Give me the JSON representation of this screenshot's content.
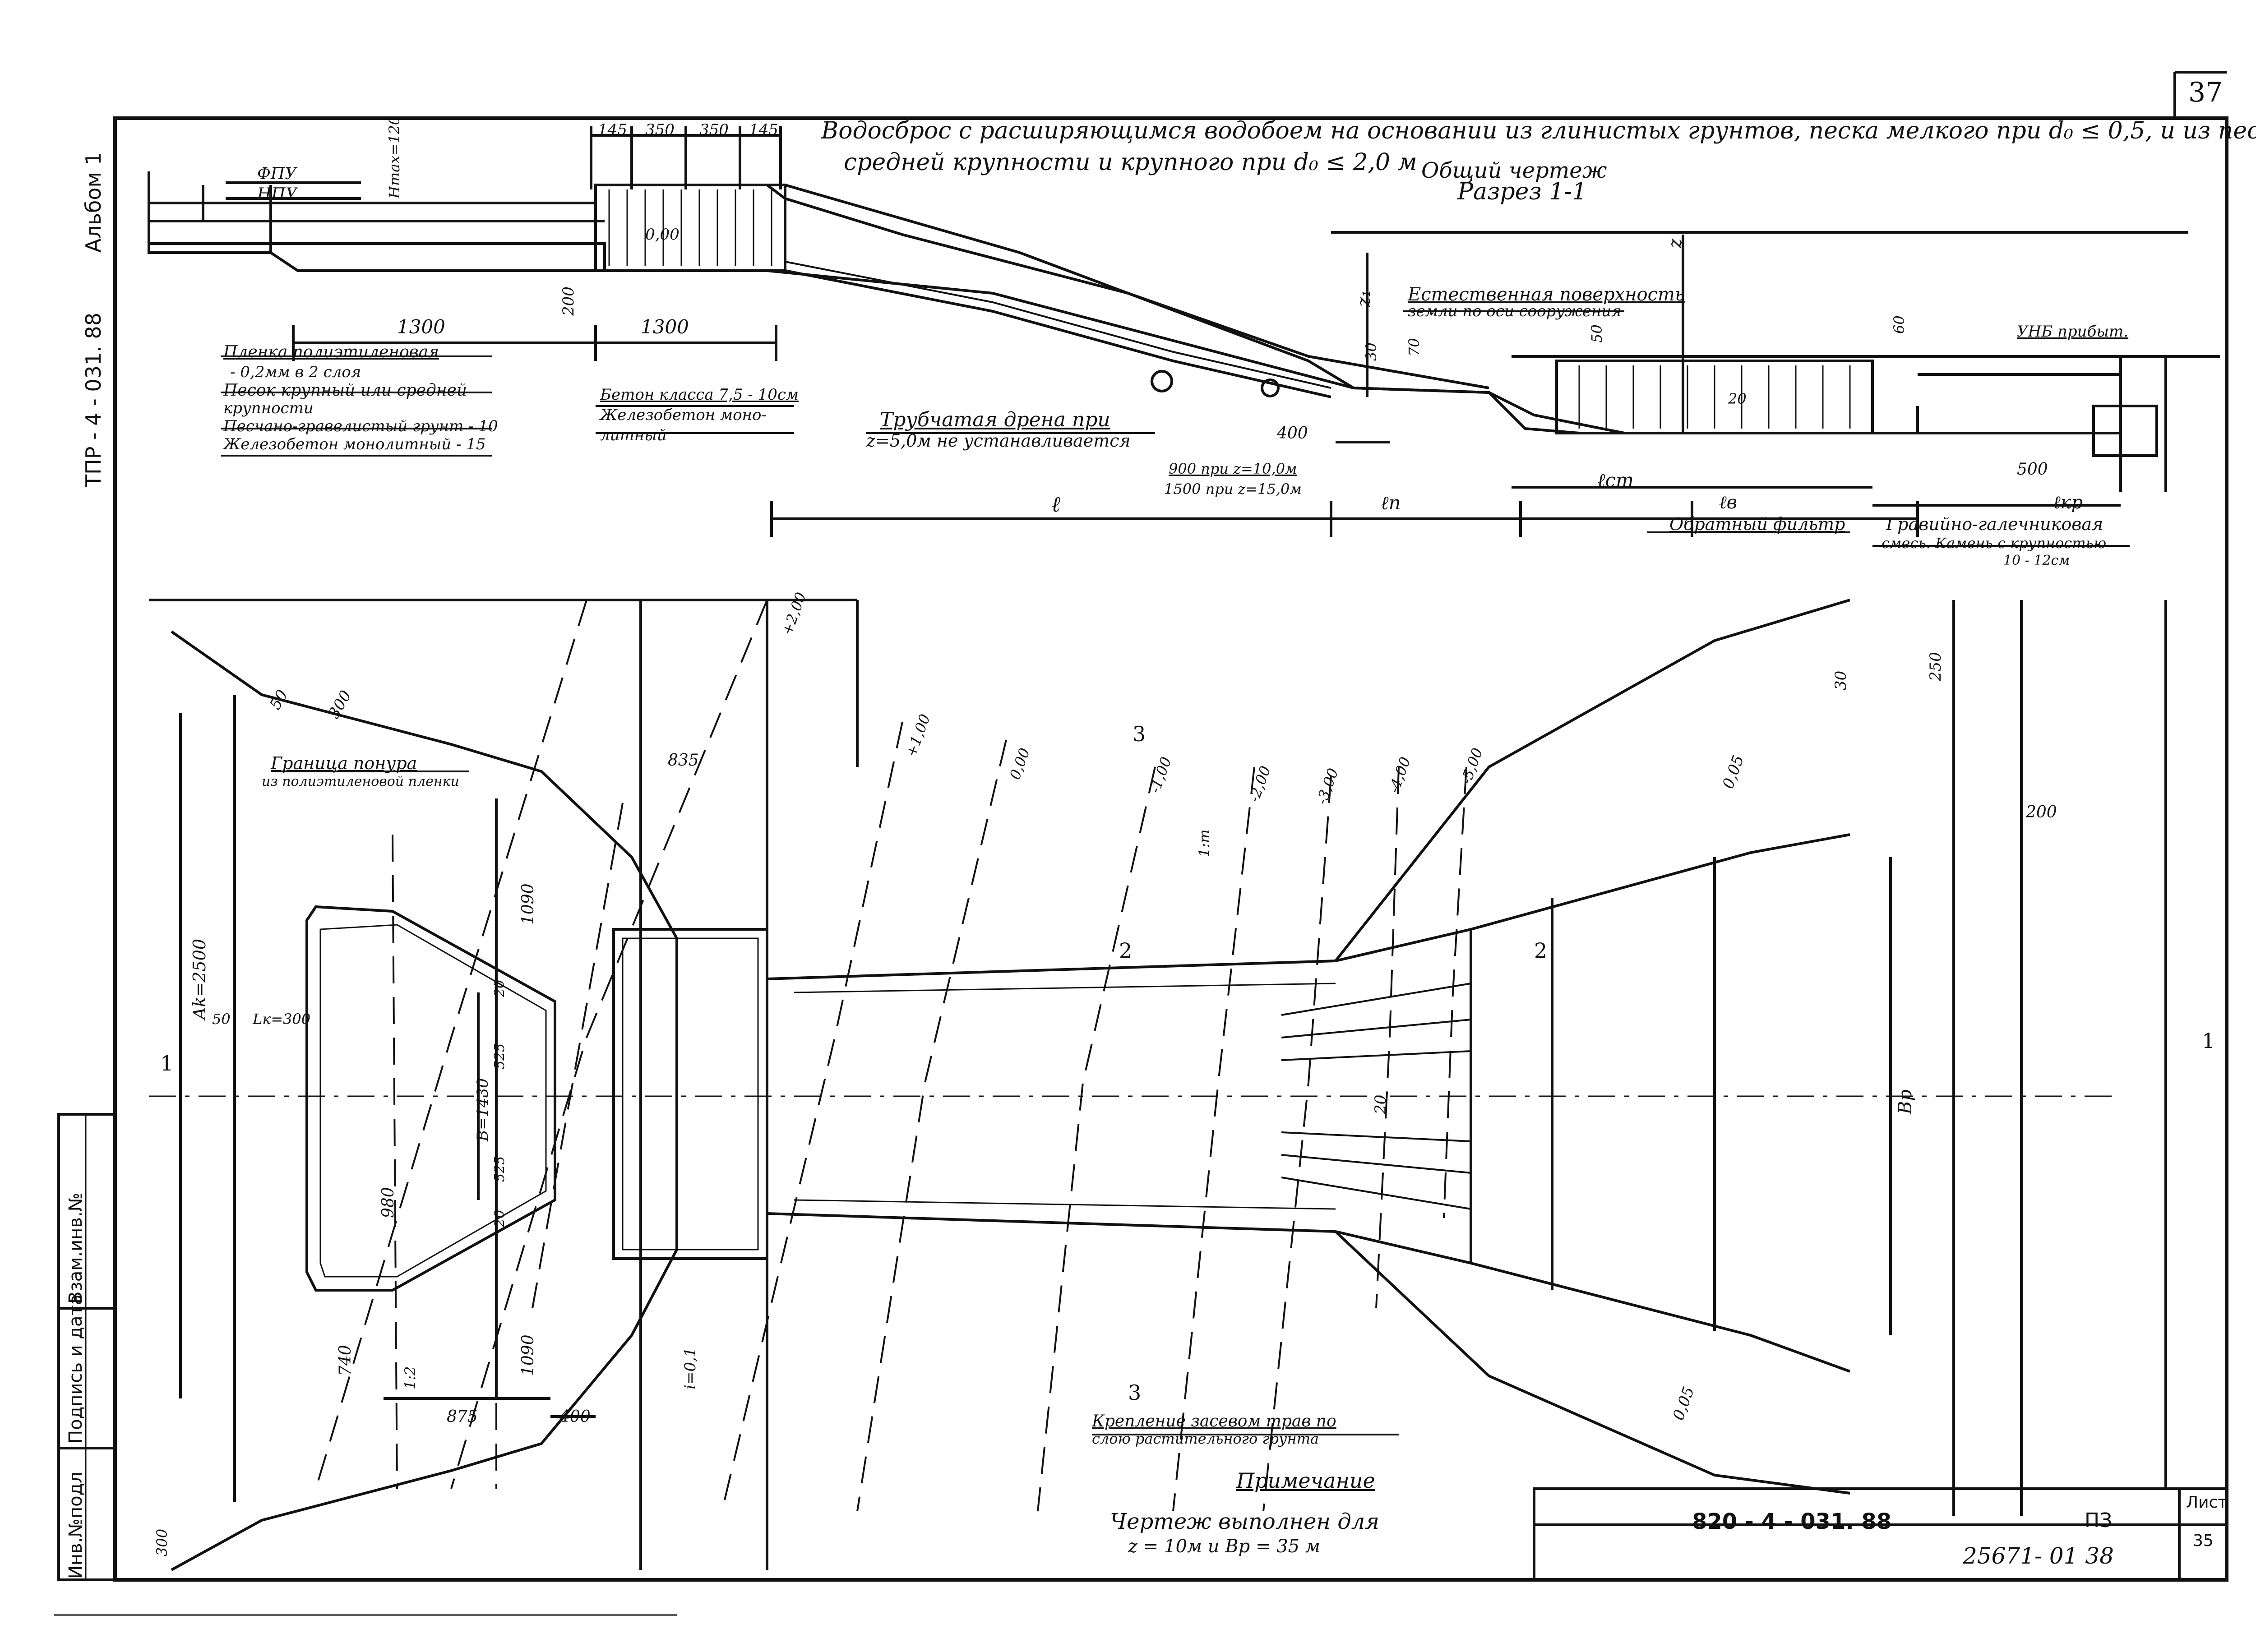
{
  "sheet": {
    "page_number": "37",
    "album_label": "Альбом 1",
    "tpr_label": "ТПР - 4 - 031. 88",
    "title_line1": "Водосброс с расширяющимся водобоем на основании из глинистых грунтов, песка мелкого   при d₀ ≤ 0,5, и из песка",
    "title_line2": "средней крупности и крупного при d₀ ≤ 2,0 м",
    "subtitle": "Общий чертеж",
    "section_label": "Разрез 1-1"
  },
  "section_labels": {
    "fpu": "ФПУ",
    "npu": "НПУ",
    "hmax": "Hmax=120",
    "d145a": "145",
    "d350a": "350",
    "d350b": "350",
    "d145b": "145",
    "d1300a": "1300",
    "d1300b": "1300",
    "d200": "200",
    "d000": "0,00",
    "d400": "400",
    "d500": "500",
    "d60": "60",
    "d70": "70",
    "d50": "50",
    "d30": "30",
    "d20": "20",
    "z1": "z₁",
    "z": "z",
    "l": "ℓ",
    "ln": "ℓп",
    "lst": "ℓст",
    "lv": "ℓв",
    "lkr": "ℓкр",
    "unb": "УНБ прибыт.",
    "natural_surface": "Естественная поверхность",
    "natural_surface2": "земли по оси сооружения",
    "pipe_drain": "Трубчатая дрена при",
    "pipe_drain2": "z=5,0м не устанавливается",
    "d900": "900 при z=10,0м",
    "d1500": "1500 при z=15,0м",
    "concrete1": "Бетон класса 7,5 - 10см",
    "concrete2": "Железобетон моно-",
    "concrete3": "литный",
    "film1": "Пленка полиэтиленовая",
    "film2": "- 0,2мм в 2 слоя",
    "sand1": "Песок крупный или средней",
    "sand2": "крупности",
    "gravel_soil": "Песчано-гравелистый грунт - 10",
    "rc_mono": "Железобетон монолитный - 15",
    "reverse_filter": "Обратный фильтр",
    "gravel_mix1": "Гравийно-галечниковая",
    "gravel_mix2": "смесь. Камень с крупностью",
    "gravel_mix3": "10 - 12см"
  },
  "plan_labels": {
    "d50a": "50",
    "d300": "300",
    "d835": "835",
    "d200p": "+2,00",
    "m100": "+1,00",
    "z000": "0,00",
    "m100b": "-1,00",
    "m200": "-2,00",
    "m300": "-3,00",
    "m400": "-4,00",
    "m500": "-5,00",
    "boundary1": "Граница понура",
    "boundary2": "из полиэтиленовой пленки",
    "ak": "Ak=2500",
    "d50b": "50",
    "lk": "Lк=300",
    "d1090a": "1090",
    "d1090b": "1090",
    "d980": "980",
    "d740": "740",
    "d875": "875",
    "d400p": "400",
    "b": "B=1430",
    "d525a": "525",
    "d525b": "525",
    "d20a": "20",
    "d20b": "20",
    "i005a": "0,05",
    "i005b": "0,05",
    "i01": "i=0,1",
    "i12": "1:2",
    "m1": "1:m",
    "d30p": "30",
    "d250": "250",
    "d200b": "200",
    "d20p": "20",
    "bp": "Bp",
    "d300b": "300",
    "cut3": "3",
    "cut3b": "3",
    "cut2": "2",
    "cut2b": "2",
    "cut1": "1",
    "cut1b": "1",
    "plug1": "Крепление засевом трав по",
    "plug2": "слою растительного грунта"
  },
  "notes": {
    "title": "Примечание",
    "line1": "Чертеж выполнен для",
    "line2": "z = 10м  и  Bp = 35 м"
  },
  "stamp": {
    "code": "820 - 4 - 031. 88",
    "pz": "ПЗ",
    "list_label": "Лист",
    "list_number": "35",
    "inv": "25671- 01   38"
  },
  "side_stamp": {
    "inv_podl": "Инв.№подл",
    "podpis": "Подпись и дата",
    "vzam": "Взам.инв.№"
  }
}
